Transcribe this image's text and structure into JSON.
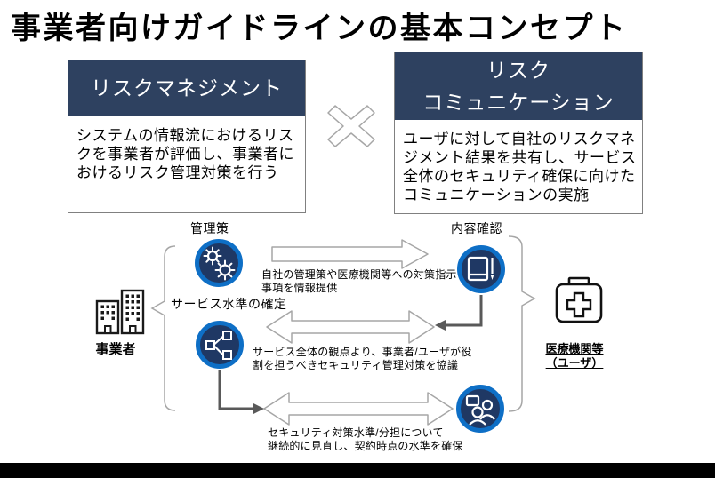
{
  "title": "事業者向けガイドラインの基本コンセプト",
  "concept_boxes": {
    "risk_management": {
      "header": "リスクマネジメント",
      "body": "システムの情報流におけるリス\nクを事業者が評価し、事業者に\nおけるリスク管理対策を行う"
    },
    "risk_communication": {
      "header": "リスク\nコミュニケーション",
      "body": "ユーザに対して自社のリスクマネ\nジメント結果を共有し、サービス\n全体のセキュリティ確保に向けた\nコミュニケーションの実施"
    }
  },
  "actors": {
    "operator": {
      "label": "事業者",
      "icon": "buildings-icon"
    },
    "user": {
      "label": "医療機関等\n（ユーザ）",
      "icon": "first-aid-kit-icon"
    }
  },
  "flow": {
    "inform": {
      "operator_step": "管理策",
      "operator_icon": "gears-icon",
      "user_step": "内容確認",
      "user_icon": "book-pen-icon",
      "caption": "自社の管理策や医療機関等への対策指示\n事項を情報提供"
    },
    "consult": {
      "operator_step": "サービス水準の確定",
      "operator_icon": "share-network-icon",
      "caption": "サービス全体の観点より、事業者/ユーザが役\n割を担うべきセキュリティ管理対策を協議"
    },
    "review": {
      "user_icon": "people-chat-icon",
      "caption": "セキュリティ対策水準/分担について\n継続的に見直し、契約時点の水準を確保"
    }
  },
  "colors": {
    "header_navy": "#2e4160",
    "badge_fill": "#1f3864",
    "badge_ring": "#0e6fc6",
    "shape_outline": "#a6a6a6",
    "connector": "#595959",
    "footer": "#000000"
  }
}
